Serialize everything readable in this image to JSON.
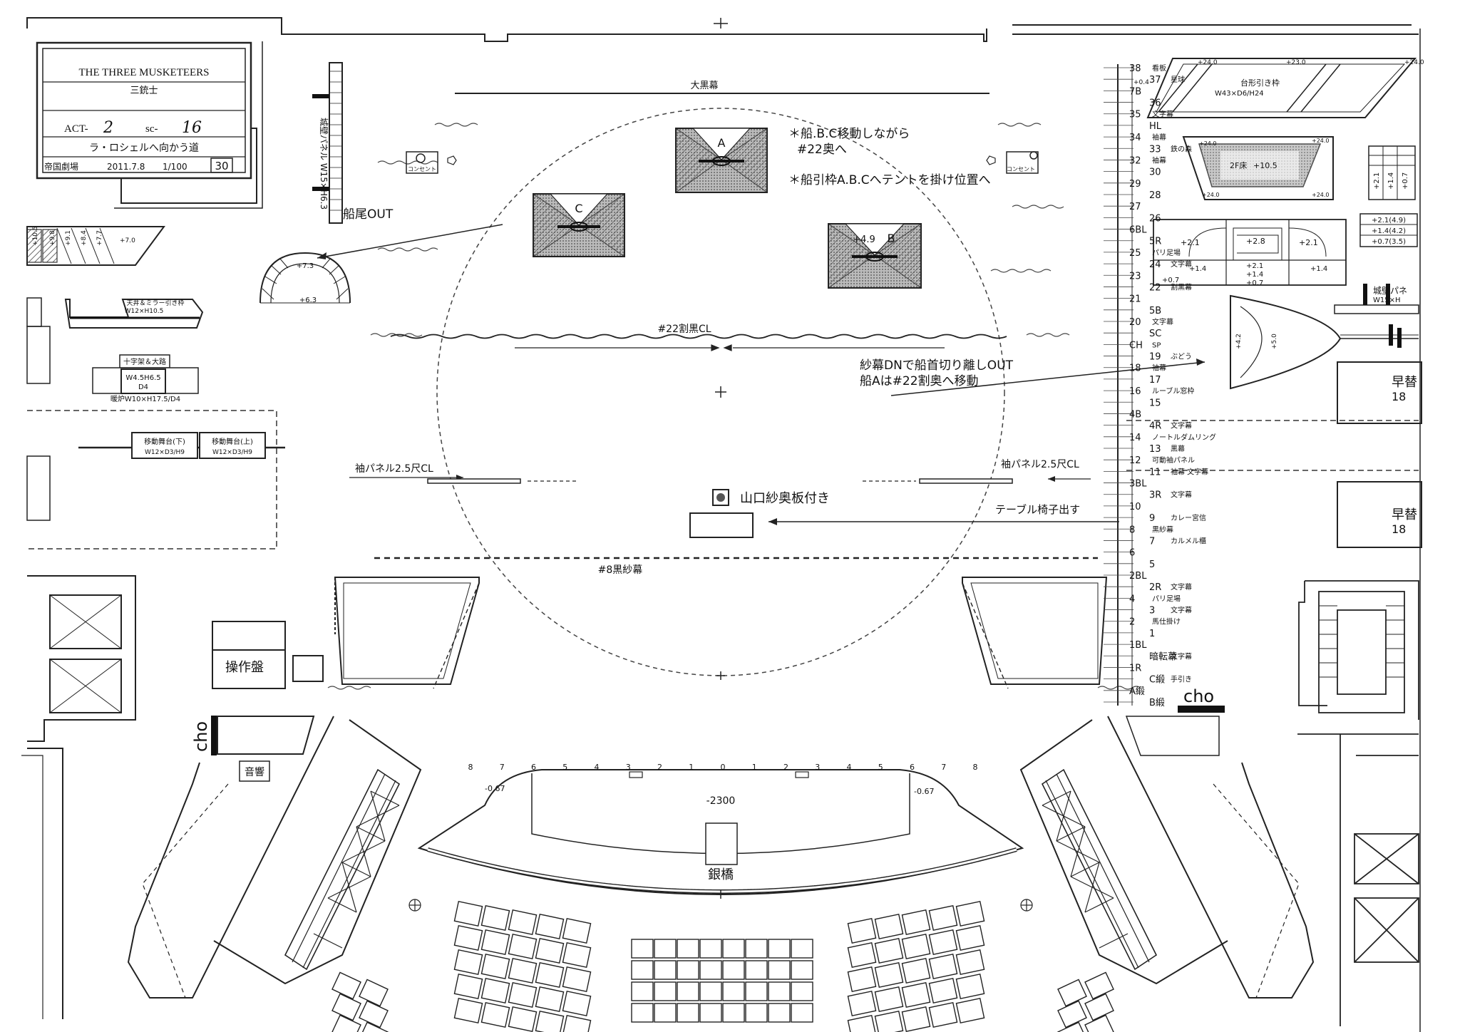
{
  "title_block": {
    "title_en": "THE THREE MUSKETEERS",
    "title_jp": "三銃士",
    "act_label": "ACT-",
    "act_value": "2",
    "scene_label": "sc-",
    "scene_value": "16",
    "scene_name": "ラ・ロシェルへ向かう道",
    "theater": "帝国劇場",
    "date": "2011.7.8",
    "scale": "1/100",
    "page": "30"
  },
  "stage_labels": {
    "ookuromaku": "大黒幕",
    "note1_line1": "＊船.B.C移動しながら",
    "note1_line2": "#22奥へ",
    "note2": "＊船引枠A.B.Cへテントを掛け位置へ",
    "ship_a": "A",
    "ship_b": "B",
    "ship_c": "C",
    "ship_b_height": "+4.9",
    "wall_panel": "城壁パネル W15×H6.3",
    "senbi_out": "船尾OUT",
    "arch_top": "+7.3",
    "arch_bottom": "+6.3",
    "drop_22": "#22割黒CL",
    "note3_line1": "紗幕DNで船首切り離しOUT",
    "note3_line2": "船Aは#22割奥へ移動",
    "sode_left": "袖パネル2.5尺CL",
    "sode_right": "袖パネル2.5尺CL",
    "yamaguchi": "山口紗奥板付き",
    "table": "テーブル椅子出す",
    "drop_8": "#8黒紗幕",
    "console": "操作盤",
    "sound": "音響",
    "cho_left": "cho",
    "cho_right": "cho",
    "bridge": "銀橋",
    "pit_depth": "-2300",
    "pit_left": "-0.67",
    "pit_right": "-0.67",
    "spotlight_left": "コンセント",
    "spotlight_right": "コンセント"
  },
  "left_units": {
    "stair_values": [
      "+10.5",
      "+9.8",
      "+9.1",
      "+8.4",
      "+7.7",
      "+7.0"
    ],
    "mirror_unit": "天井＆ミラー引き枠",
    "mirror_size": "W12×H10.5",
    "cross_label": "十字架＆大路",
    "cross_size": "W4.5H6.5",
    "cross_code": "D4",
    "fireplace": "暖炉W10×H17.5/D4",
    "wagon_down": "移動舞台(下)",
    "wagon_down_size": "W12×D3/H9",
    "wagon_up": "移動舞台(上)",
    "wagon_up_size": "W12×D3/H9"
  },
  "right_units": {
    "trap_frame": "台形引き枠",
    "trap_size": "W43×D6/H24",
    "trap_h1": "+24.0",
    "trap_h2": "+23.0",
    "trap_h3": "+24.0",
    "trap_h4": "+0.4",
    "floor_2f": "2F床",
    "floor_2f_h": "+10.5",
    "f2_h1": "+24.0",
    "f2_h2": "+24.0",
    "f2_h3": "+24.0",
    "f2_h4": "+24.0",
    "plat_left": "+2.1",
    "plat_mid": "+2.8",
    "plat_right": "+2.1",
    "step_left": "+1.4",
    "step_mid1": "+2.1",
    "step_mid2": "+1.4",
    "step_mid3": "+0.7",
    "step_right": "+1.4",
    "step_base": "+0.7",
    "legend_1": "+2.1(4.9)",
    "legend_2": "+1.4(4.2)",
    "legend_3": "+0.7(3.5)",
    "vert_1": "+2.1",
    "vert_2": "+1.4",
    "vert_3": "+0.7",
    "wall_panel_r": "城壁パネ",
    "wall_panel_r_size": "W15×H",
    "ship_bow_h1": "+4.2",
    "ship_bow_h2": "+5.0",
    "quick_1": "早替",
    "quick_1_num": "18",
    "quick_2": "早替",
    "quick_2_num": "18"
  },
  "fly_lines": [
    {
      "num": "38",
      "name": "看板"
    },
    {
      "num": "37",
      "name": "星球"
    },
    {
      "num": "7B",
      "name": ""
    },
    {
      "num": "36",
      "name": ""
    },
    {
      "num": "35",
      "name": "文字幕"
    },
    {
      "num": "HL",
      "name": ""
    },
    {
      "num": "34",
      "name": "袖幕"
    },
    {
      "num": "33",
      "name": "鉄の森"
    },
    {
      "num": "32",
      "name": "袖幕"
    },
    {
      "num": "30",
      "name": ""
    },
    {
      "num": "29",
      "name": ""
    },
    {
      "num": "28",
      "name": ""
    },
    {
      "num": "27",
      "name": ""
    },
    {
      "num": "26",
      "name": ""
    },
    {
      "num": "6BL",
      "name": ""
    },
    {
      "num": "5R",
      "name": ""
    },
    {
      "num": "25",
      "name": "パリ足場"
    },
    {
      "num": "24",
      "name": "文字幕"
    },
    {
      "num": "23",
      "name": ""
    },
    {
      "num": "22",
      "name": "割黒幕"
    },
    {
      "num": "21",
      "name": ""
    },
    {
      "num": "5B",
      "name": ""
    },
    {
      "num": "20",
      "name": "文字幕"
    },
    {
      "num": "SC",
      "name": ""
    },
    {
      "num": "CH",
      "name": "SP"
    },
    {
      "num": "19",
      "name": "ぶどう"
    },
    {
      "num": "18",
      "name": "袖幕"
    },
    {
      "num": "17",
      "name": ""
    },
    {
      "num": "16",
      "name": "ルーブル窓枠"
    },
    {
      "num": "15",
      "name": ""
    },
    {
      "num": "4B",
      "name": ""
    },
    {
      "num": "4R",
      "name": "文字幕"
    },
    {
      "num": "14",
      "name": "ノートルダムリング"
    },
    {
      "num": "13",
      "name": "黒幕"
    },
    {
      "num": "12",
      "name": "可動袖パネル"
    },
    {
      "num": "11",
      "name": "袖幕 文字幕"
    },
    {
      "num": "3BL",
      "name": ""
    },
    {
      "num": "3R",
      "name": "文字幕"
    },
    {
      "num": "10",
      "name": ""
    },
    {
      "num": "9",
      "name": "カレー宮信"
    },
    {
      "num": "8",
      "name": "黒紗幕"
    },
    {
      "num": "7",
      "name": "カルメル櫃"
    },
    {
      "num": "6",
      "name": ""
    },
    {
      "num": "5",
      "name": ""
    },
    {
      "num": "2BL",
      "name": ""
    },
    {
      "num": "2R",
      "name": "文字幕"
    },
    {
      "num": "4",
      "name": "パリ足場"
    },
    {
      "num": "3",
      "name": "文字幕"
    },
    {
      "num": "2",
      "name": "馬仕掛け"
    },
    {
      "num": "1",
      "name": ""
    },
    {
      "num": "1BL",
      "name": ""
    },
    {
      "num": "暗転幕",
      "name": "文字幕"
    },
    {
      "num": "1R",
      "name": ""
    },
    {
      "num": "C緞",
      "name": "手引き"
    },
    {
      "num": "A緞",
      "name": ""
    },
    {
      "num": "B緞",
      "name": ""
    }
  ],
  "fly_extra": {
    "cho": "cho"
  },
  "stage_numbers": [
    "8",
    "7",
    "6",
    "5",
    "4",
    "3",
    "2",
    "1",
    "0",
    "1",
    "2",
    "3",
    "4",
    "5",
    "6",
    "7",
    "8"
  ]
}
